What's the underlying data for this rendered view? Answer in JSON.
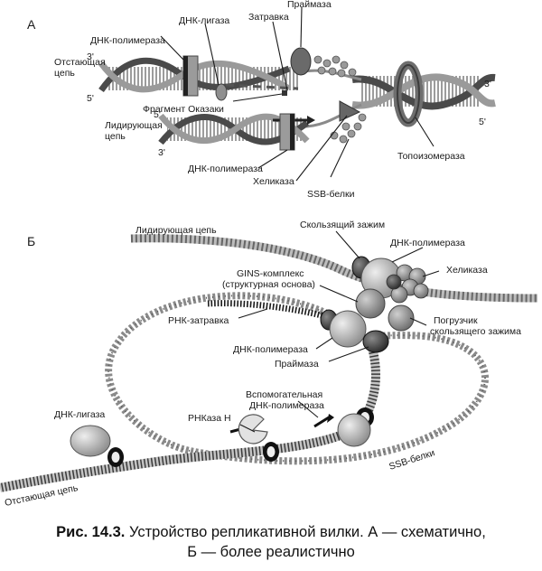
{
  "panels": {
    "a": "А",
    "b": "Б"
  },
  "a": {
    "lagging_strand": [
      "Отстающая",
      "цепь"
    ],
    "leading_strand": [
      "Лидирующая",
      "цепь"
    ],
    "end3_top": "3'",
    "end5_top": "5'",
    "end5_mid": "5'",
    "end3_mid": "3'",
    "end3_right": "3'",
    "end5_right": "5'",
    "polymerase_top": "ДНК-полимераза",
    "ligase": "ДНК-лигаза",
    "primer": "Затравка",
    "primase": "Праймаза",
    "okazaki": "Фрагмент Оказаки",
    "polymerase_bottom": "ДНК-полимераза",
    "helicase": "Хеликаза",
    "ssb": "SSB-белки",
    "topoisomerase": "Топоизомераза"
  },
  "b": {
    "leading_strand": "Лидирующая цепь",
    "sliding_clamp": "Скользящий зажим",
    "polymerase_top": "ДНК-полимераза",
    "helicase": "Хеликаза",
    "gins": [
      "GINS-комплекс",
      "(структурная основа)"
    ],
    "rna_primer": "РНК-затравка",
    "clamp_loader": [
      "Погрузчик",
      "скользящего зажима"
    ],
    "polymerase_mid": "ДНК-полимераза",
    "primase": "Праймаза",
    "aux_polymerase": [
      "Вспомогательная",
      "ДНК-полимераза"
    ],
    "rnase": "РНКаза Н",
    "ligase": "ДНК-лигаза",
    "ssb": "SSB-белки",
    "lagging_strand": "Отстающая цепь"
  },
  "caption": {
    "ref": "Рис. 14.3.",
    "line1": " Устройство репликативной вилки. А — схематично,",
    "line2": "Б — более реалистично"
  }
}
